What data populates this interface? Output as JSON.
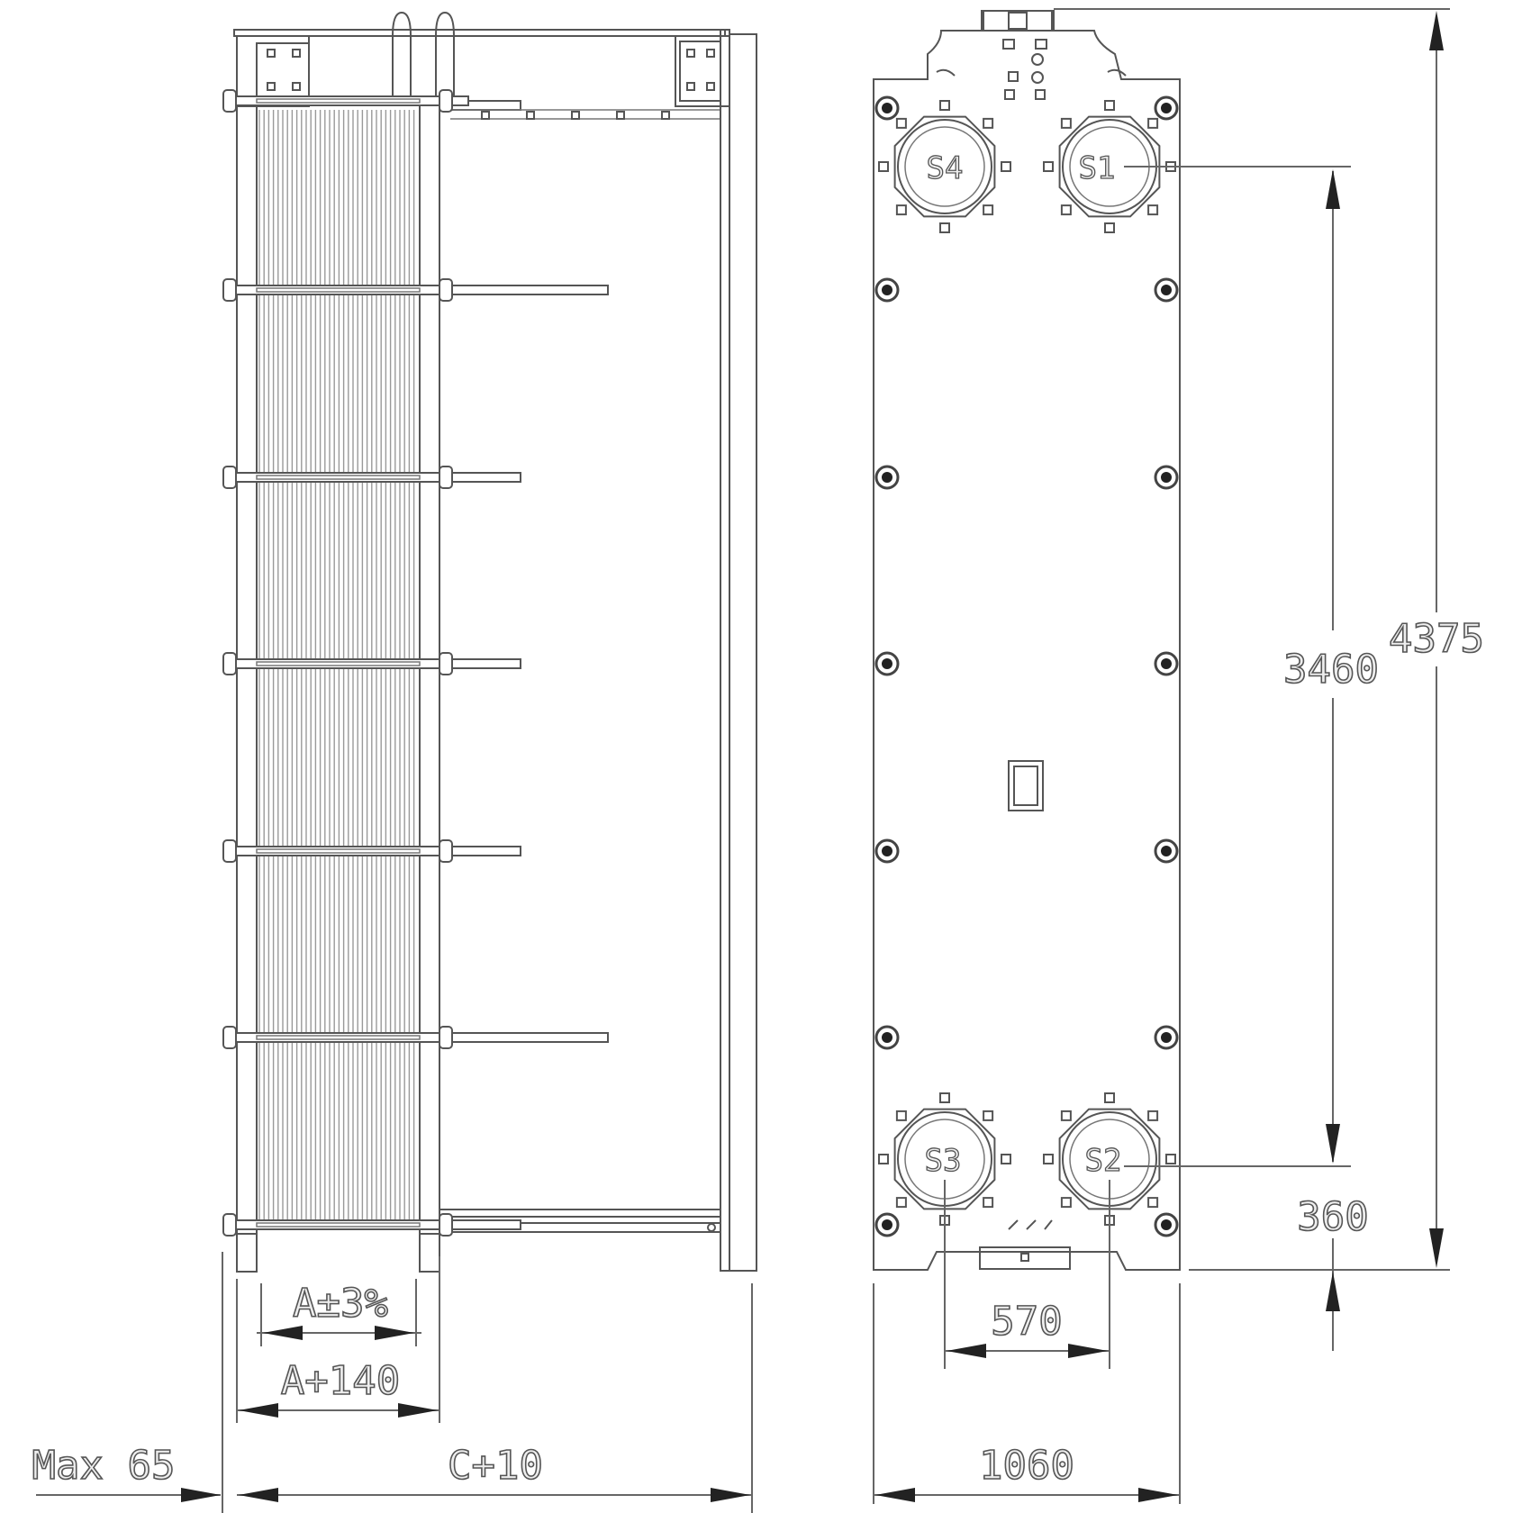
{
  "side_view": {
    "dim_a_tolerance": "A±3%",
    "dim_a_plus": "A+140",
    "dim_c": "C+10",
    "dim_max": "Max 65"
  },
  "front_view": {
    "ports": {
      "s1": "S1",
      "s2": "S2",
      "s3": "S3",
      "s4": "S4"
    },
    "dim_height_total": "4375",
    "dim_port_distance_vertical": "3460",
    "dim_port_to_bottom": "360",
    "dim_port_distance_horizontal": "570",
    "dim_width": "1060"
  },
  "colors": {
    "line": "#555555",
    "arrow": "#222222",
    "text_fill": "#eeeeee"
  }
}
